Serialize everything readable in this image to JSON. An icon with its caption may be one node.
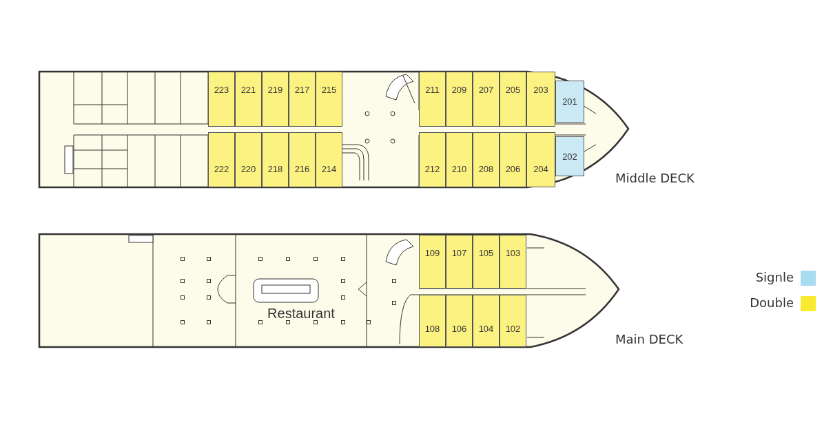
{
  "diagram": {
    "nodes": [
      {
        "text": [
          "223"
        ]
      },
      {
        "text": [
          "221"
        ]
      },
      {
        "text": [
          "219"
        ]
      },
      {
        "text": [
          "217"
        ]
      },
      {
        "text": [
          "215"
        ]
      },
      {
        "text": [
          "211"
        ]
      },
      {
        "text": [
          "209"
        ]
      },
      {
        "text": [
          "207"
        ]
      },
      {
        "text": [
          "205"
        ]
      },
      {
        "text": [
          "203"
        ]
      },
      {
        "text": [
          "201"
        ]
      },
      {
        "text": [
          "222"
        ]
      },
      {
        "text": [
          "220"
        ]
      },
      {
        "text": [
          "218"
        ]
      },
      {
        "text": [
          "216"
        ]
      },
      {
        "text": [
          "214"
        ]
      },
      {
        "text": [
          "212"
        ]
      },
      {
        "text": [
          "210"
        ]
      },
      {
        "text": [
          "208"
        ]
      },
      {
        "text": [
          "206"
        ]
      },
      {
        "text": [
          "204"
        ]
      },
      {
        "text": [
          "202"
        ]
      },
      {
        "text": [
          "109"
        ]
      },
      {
        "text": [
          "107"
        ]
      },
      {
        "text": [
          "105"
        ]
      },
      {
        "text": [
          "103"
        ]
      },
      {
        "text": [
          "Restaurant"
        ]
      },
      {
        "text": [
          "108"
        ]
      },
      {
        "text": [
          "106"
        ]
      },
      {
        "text": [
          "104"
        ]
      },
      {
        "text": [
          "102"
        ]
      }
    ],
    "labels": [
      "Middle DECK",
      "Main DECK"
    ],
    "legend": [
      {
        "text": "Signle",
        "color": "#a9dcf0"
      },
      {
        "text": "Double",
        "color": "#f8ea2e"
      }
    ]
  }
}
